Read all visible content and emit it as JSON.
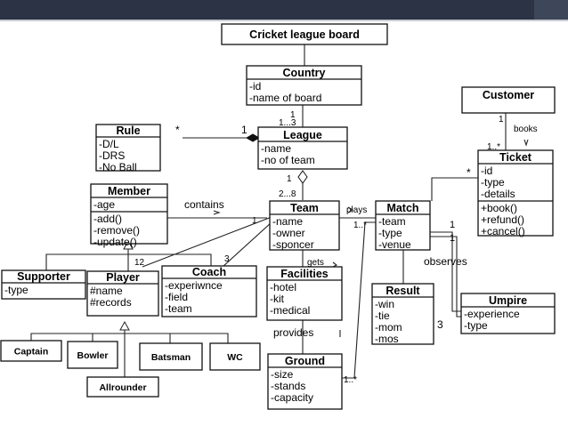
{
  "classes": [
    {
      "id": "board",
      "title": "Cricket league board",
      "attrs": [],
      "methods": []
    },
    {
      "id": "country",
      "title": "Country",
      "attrs": [
        "-id",
        "-name of board"
      ],
      "methods": []
    },
    {
      "id": "customer",
      "title": "Customer",
      "attrs": [],
      "methods": []
    },
    {
      "id": "rule",
      "title": "Rule",
      "attrs": [
        "-D/L",
        "-DRS",
        "-No Ball"
      ],
      "methods": []
    },
    {
      "id": "league",
      "title": "League",
      "attrs": [
        "-name",
        "-no of team"
      ],
      "methods": []
    },
    {
      "id": "ticket",
      "title": "Ticket",
      "attrs": [
        "-id",
        "-type",
        "-details"
      ],
      "methods": [
        "+book()",
        "+refund()",
        "+cancel()"
      ]
    },
    {
      "id": "member",
      "title": "Member",
      "attrs": [
        "-age"
      ],
      "methods": [
        "-add()",
        "-remove()",
        "-update()"
      ]
    },
    {
      "id": "team",
      "title": "Team",
      "attrs": [
        "-name",
        "-owner",
        "-sponcer"
      ],
      "methods": []
    },
    {
      "id": "match",
      "title": "Match",
      "attrs": [
        "-team",
        "-type",
        "-venue"
      ],
      "methods": []
    },
    {
      "id": "supporter",
      "title": "Supporter",
      "attrs": [
        "-type"
      ],
      "methods": []
    },
    {
      "id": "player",
      "title": "Player",
      "attrs": [
        "#name",
        "#records"
      ],
      "methods": []
    },
    {
      "id": "coach",
      "title": "Coach",
      "attrs": [
        "-experiwnce",
        "-field",
        "-team"
      ],
      "methods": []
    },
    {
      "id": "facilities",
      "title": "Facilities",
      "attrs": [
        "-hotel",
        "-kit",
        "-medical"
      ],
      "methods": []
    },
    {
      "id": "result",
      "title": "Result",
      "attrs": [
        "-win",
        "-tie",
        "-mom",
        "-mos"
      ],
      "methods": []
    },
    {
      "id": "umpire",
      "title": "Umpire",
      "attrs": [
        "-experience",
        "-type"
      ],
      "methods": []
    },
    {
      "id": "captain",
      "title": "Captain",
      "attrs": [],
      "methods": []
    },
    {
      "id": "bowler",
      "title": "Bowler",
      "attrs": [],
      "methods": []
    },
    {
      "id": "batsman",
      "title": "Batsman",
      "attrs": [],
      "methods": []
    },
    {
      "id": "wc",
      "title": "WC",
      "attrs": [],
      "methods": []
    },
    {
      "id": "allrounder",
      "title": "Allrounder",
      "attrs": [],
      "methods": []
    },
    {
      "id": "ground",
      "title": "Ground",
      "attrs": [
        "-size",
        "-stands",
        "-capacity"
      ],
      "methods": []
    }
  ],
  "labels": [
    {
      "id": "mult-country-1",
      "text": "1"
    },
    {
      "id": "mult-league-1-3",
      "text": "1...3"
    },
    {
      "id": "mult-rule-star",
      "text": "*"
    },
    {
      "id": "mult-league-1",
      "text": "1"
    },
    {
      "id": "mult-customer-1",
      "text": "1"
    },
    {
      "id": "label-books",
      "text": "books"
    },
    {
      "id": "mult-ticket-1star",
      "text": "1..*"
    },
    {
      "id": "mult-ticket-star",
      "text": "*"
    },
    {
      "id": "mult-team-1",
      "text": "1"
    },
    {
      "id": "mult-team-2-8",
      "text": "2...8"
    },
    {
      "id": "label-contains",
      "text": "contains"
    },
    {
      "id": "label-plays",
      "text": "plays"
    },
    {
      "id": "mult-match-1star",
      "text": "1..*"
    },
    {
      "id": "mult-match-1a",
      "text": "1"
    },
    {
      "id": "mult-match-1b",
      "text": "1"
    },
    {
      "id": "mult-member-1",
      "text": "1"
    },
    {
      "id": "mult-player-12",
      "text": "12"
    },
    {
      "id": "mult-coach-3",
      "text": "3"
    },
    {
      "id": "label-gets",
      "text": "gets"
    },
    {
      "id": "label-observes",
      "text": "observes"
    },
    {
      "id": "mult-result-3",
      "text": "3"
    },
    {
      "id": "label-provides",
      "text": "provides"
    },
    {
      "id": "mult-ground-1star",
      "text": "1..*"
    }
  ]
}
